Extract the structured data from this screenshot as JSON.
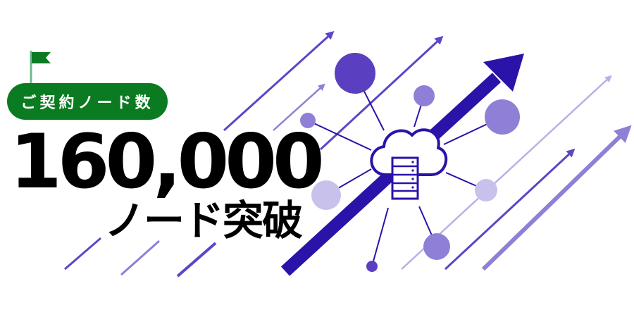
{
  "badge": {
    "label": "ご契約ノード数",
    "color": "#0a7b20"
  },
  "headline": {
    "number": "160,000",
    "suffix": "ノード突破"
  },
  "icons": {
    "flag": "flag-icon",
    "cloud_server": "cloud-server-icon"
  },
  "colors": {
    "arrow_dark": "#2a13a8",
    "arrow_mid": "#5a46c8",
    "arrow_light": "#b9b0e6",
    "node_dark": "#5a3fc0",
    "node_mid": "#8f7fd6",
    "node_light": "#c8c1ec"
  }
}
